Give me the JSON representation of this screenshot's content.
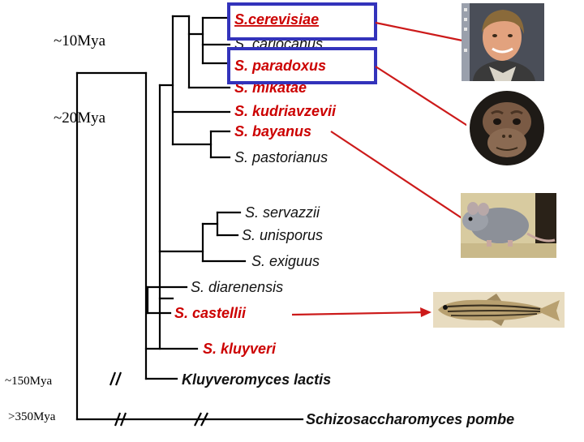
{
  "time_labels": {
    "mya10": "~10Mya",
    "mya20": "~20Mya",
    "mya150": "~150Mya",
    "mya350": ">350Mya"
  },
  "species": {
    "cerevisiae": "S.cerevisiae",
    "cariocanus": "S. cariocanus",
    "paradoxus": "S. paradoxus",
    "mikatae": "S. mikatae",
    "kudriavzevii": "S. kudriavzevii",
    "bayanus": "S. bayanus",
    "pastorianus": "S. pastorianus",
    "servazzii": "S. servazzii",
    "unisporus": "S. unisporus",
    "exiguus": "S. exiguus",
    "diarenensis": "S. diarenensis",
    "castellii": "S. castellii",
    "kluyveri": "S. kluyveri",
    "lactis": "Kluyveromyces lactis",
    "pombe": "Schizosaccharomyces pombe"
  },
  "photos": {
    "human": "human-photo",
    "chimp": "chimpanzee-photo",
    "mouse": "mouse-photo",
    "fish": "zebrafish-photo"
  },
  "colors": {
    "tree": "#000000",
    "highlight_text": "#cc0000",
    "box_border": "#3333bb",
    "connector": "#cc1a1a",
    "plain_text": "#111111"
  }
}
